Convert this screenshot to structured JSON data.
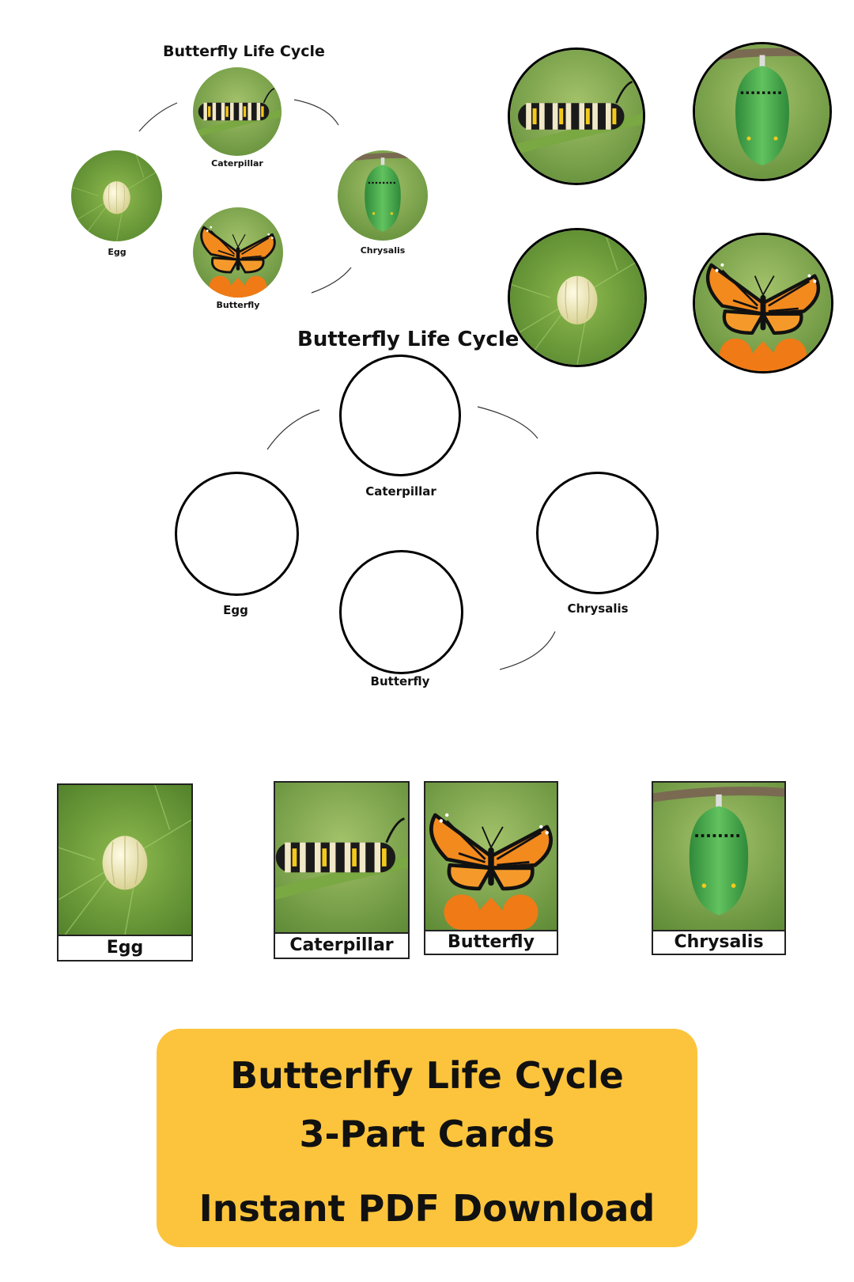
{
  "small_diagram": {
    "title": "Butterfly Life Cycle",
    "labels": {
      "caterpillar": "Caterpillar",
      "egg": "Egg",
      "chrysalis": "Chrysalis",
      "butterfly": "Butterfly"
    }
  },
  "blank_diagram": {
    "title": "Butterfly Life Cycle",
    "labels": {
      "caterpillar": "Caterpillar",
      "egg": "Egg",
      "chrysalis": "Chrysalis",
      "butterfly": "Butterfly"
    }
  },
  "cards": {
    "egg": "Egg",
    "caterpillar": "Caterpillar",
    "butterfly": "Butterfly",
    "chrysalis": "Chrysalis"
  },
  "banner": {
    "line1": "Butterlfy Life Cycle",
    "line2": "3-Part Cards",
    "line3": "Instant PDF Download"
  },
  "colors": {
    "banner_bg": "#fcc43c",
    "leaf_green": "#6a9a3a",
    "monarch_orange": "#f07a16"
  }
}
